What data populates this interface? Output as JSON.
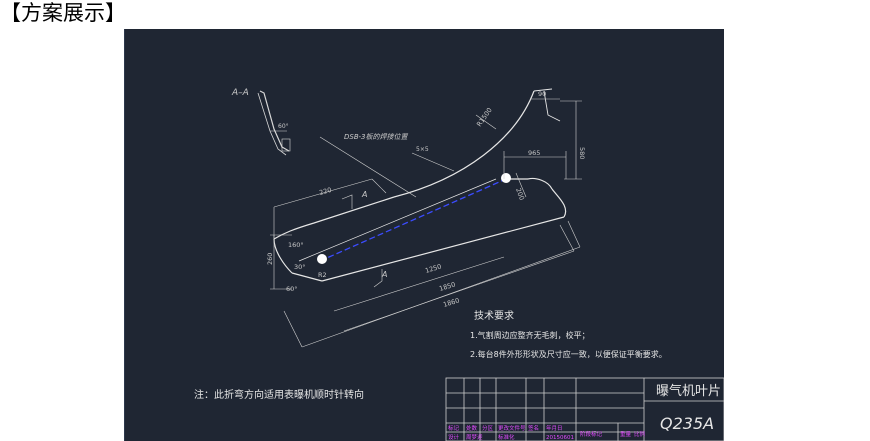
{
  "heading": "【方案展示】",
  "drawing": {
    "section_label": "A–A",
    "callout": "DSB-3板的焊接位置",
    "small_label": "5×5",
    "dims": {
      "arc_dim": "R1500",
      "top_width": "90",
      "vertical": "580",
      "horizontal": "965",
      "diag_small": "200",
      "left_top": "220",
      "left_angle": "160°",
      "left_height": "260",
      "angle_small": "30°",
      "r_small": "R2",
      "angle_bottom": "60°",
      "inner_long": "1250",
      "mid_long": "1850",
      "outer_long": "1860",
      "section_mark_top": "A",
      "section_mark_bottom": "A"
    },
    "tech_req": {
      "title": "技术要求",
      "line1": "1.气割周边应整齐无毛刺，校平；",
      "line2": "2.每台8件外形形状及尺寸应一致，以便保证平衡要求。"
    },
    "note": "注：此折弯方向适用表曝机顺时针转向",
    "title_block": {
      "part_name": "曝气机叶片",
      "material": "Q235A",
      "row_labels": [
        "标记",
        "处数",
        "分区",
        "更改文件号",
        "签名",
        "年月日"
      ],
      "row2_labels": [
        "设计",
        "周梦迎",
        "",
        "标准化",
        "",
        "20150601"
      ],
      "stage_labels": [
        "阶段标记",
        "重量",
        "比例"
      ]
    }
  }
}
